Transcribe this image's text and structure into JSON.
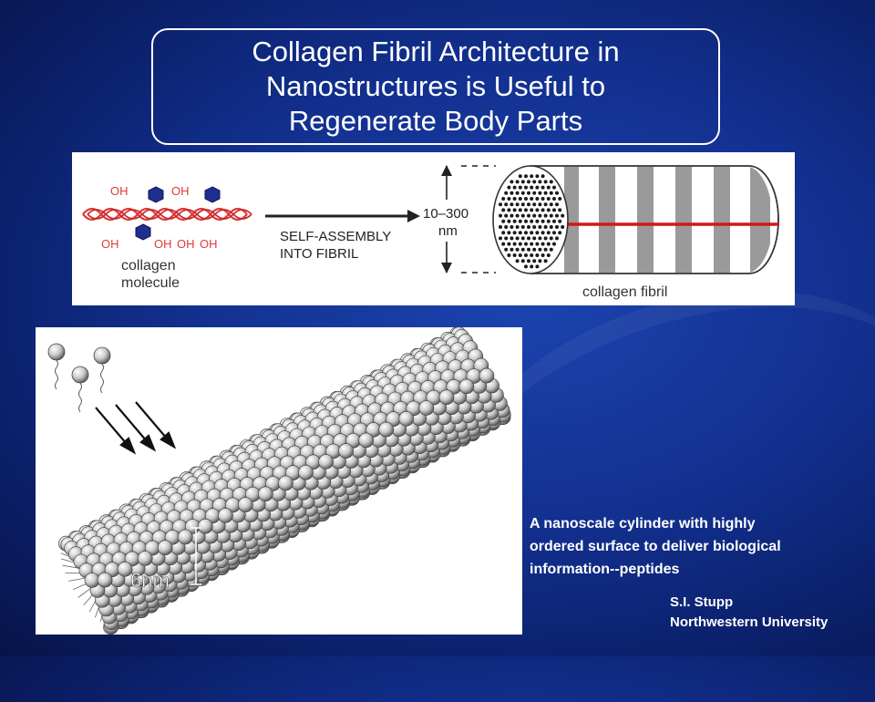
{
  "slide": {
    "title_lines": [
      "Collagen Fibril Architecture in",
      "Nanostructures is Useful to",
      "Regenerate Body Parts"
    ],
    "caption_lines": [
      "A nanoscale cylinder with highly",
      "ordered surface to deliver biological",
      "information--peptides"
    ],
    "credit_name": "S.I. Stupp",
    "credit_institution": "Northwestern University"
  },
  "diagram_top": {
    "oh_labels_top": [
      "OH",
      "OH"
    ],
    "oh_labels_bottom": [
      "OH",
      "OH",
      "OH",
      "OH"
    ],
    "molecule_label_lines": [
      "collagen",
      "molecule"
    ],
    "arrow_label_lines": [
      "SELF-ASSEMBLY",
      "INTO FIBRIL"
    ],
    "size_label_lines": [
      "10–300",
      "nm"
    ],
    "fibril_label": "collagen fibril",
    "colors": {
      "helix": "#e03a3a",
      "hexagon": "#1f2f8f",
      "axis_line": "#d01818",
      "band": "#9a9a9a"
    }
  },
  "diagram_bottom": {
    "scale_label": "6nm"
  }
}
